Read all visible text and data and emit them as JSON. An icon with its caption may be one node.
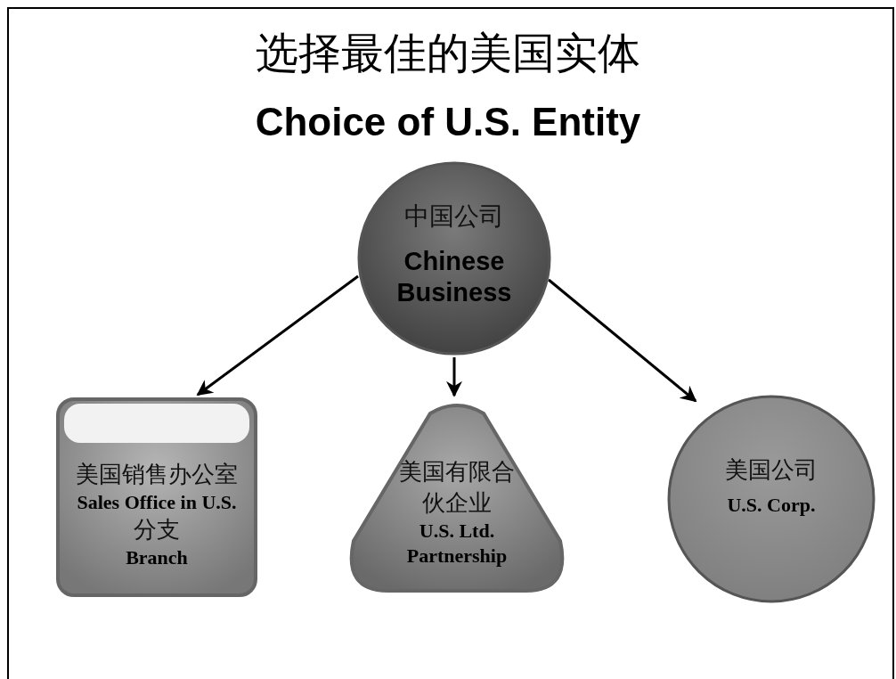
{
  "diagram": {
    "title": "选择最佳的美国实体",
    "labels": [
      "Choice of U.S. Entity"
    ],
    "nodes": [
      {
        "text": [
          "中国公司",
          "Chinese Business"
        ]
      },
      {
        "text": [
          "美国销售办公室",
          "Sales Office in U.S.",
          "分支",
          "Branch"
        ]
      },
      {
        "text": [
          "美国有限合伙企业",
          "U.S. Ltd. Partnership"
        ]
      },
      {
        "text": [
          "美国公司",
          "U.S. Corp."
        ]
      }
    ],
    "edges": [
      {
        "from": 0,
        "to": 1,
        "arrow": "to"
      },
      {
        "from": 0,
        "to": 2,
        "arrow": "to"
      },
      {
        "from": 0,
        "to": 3,
        "arrow": "to"
      }
    ]
  }
}
